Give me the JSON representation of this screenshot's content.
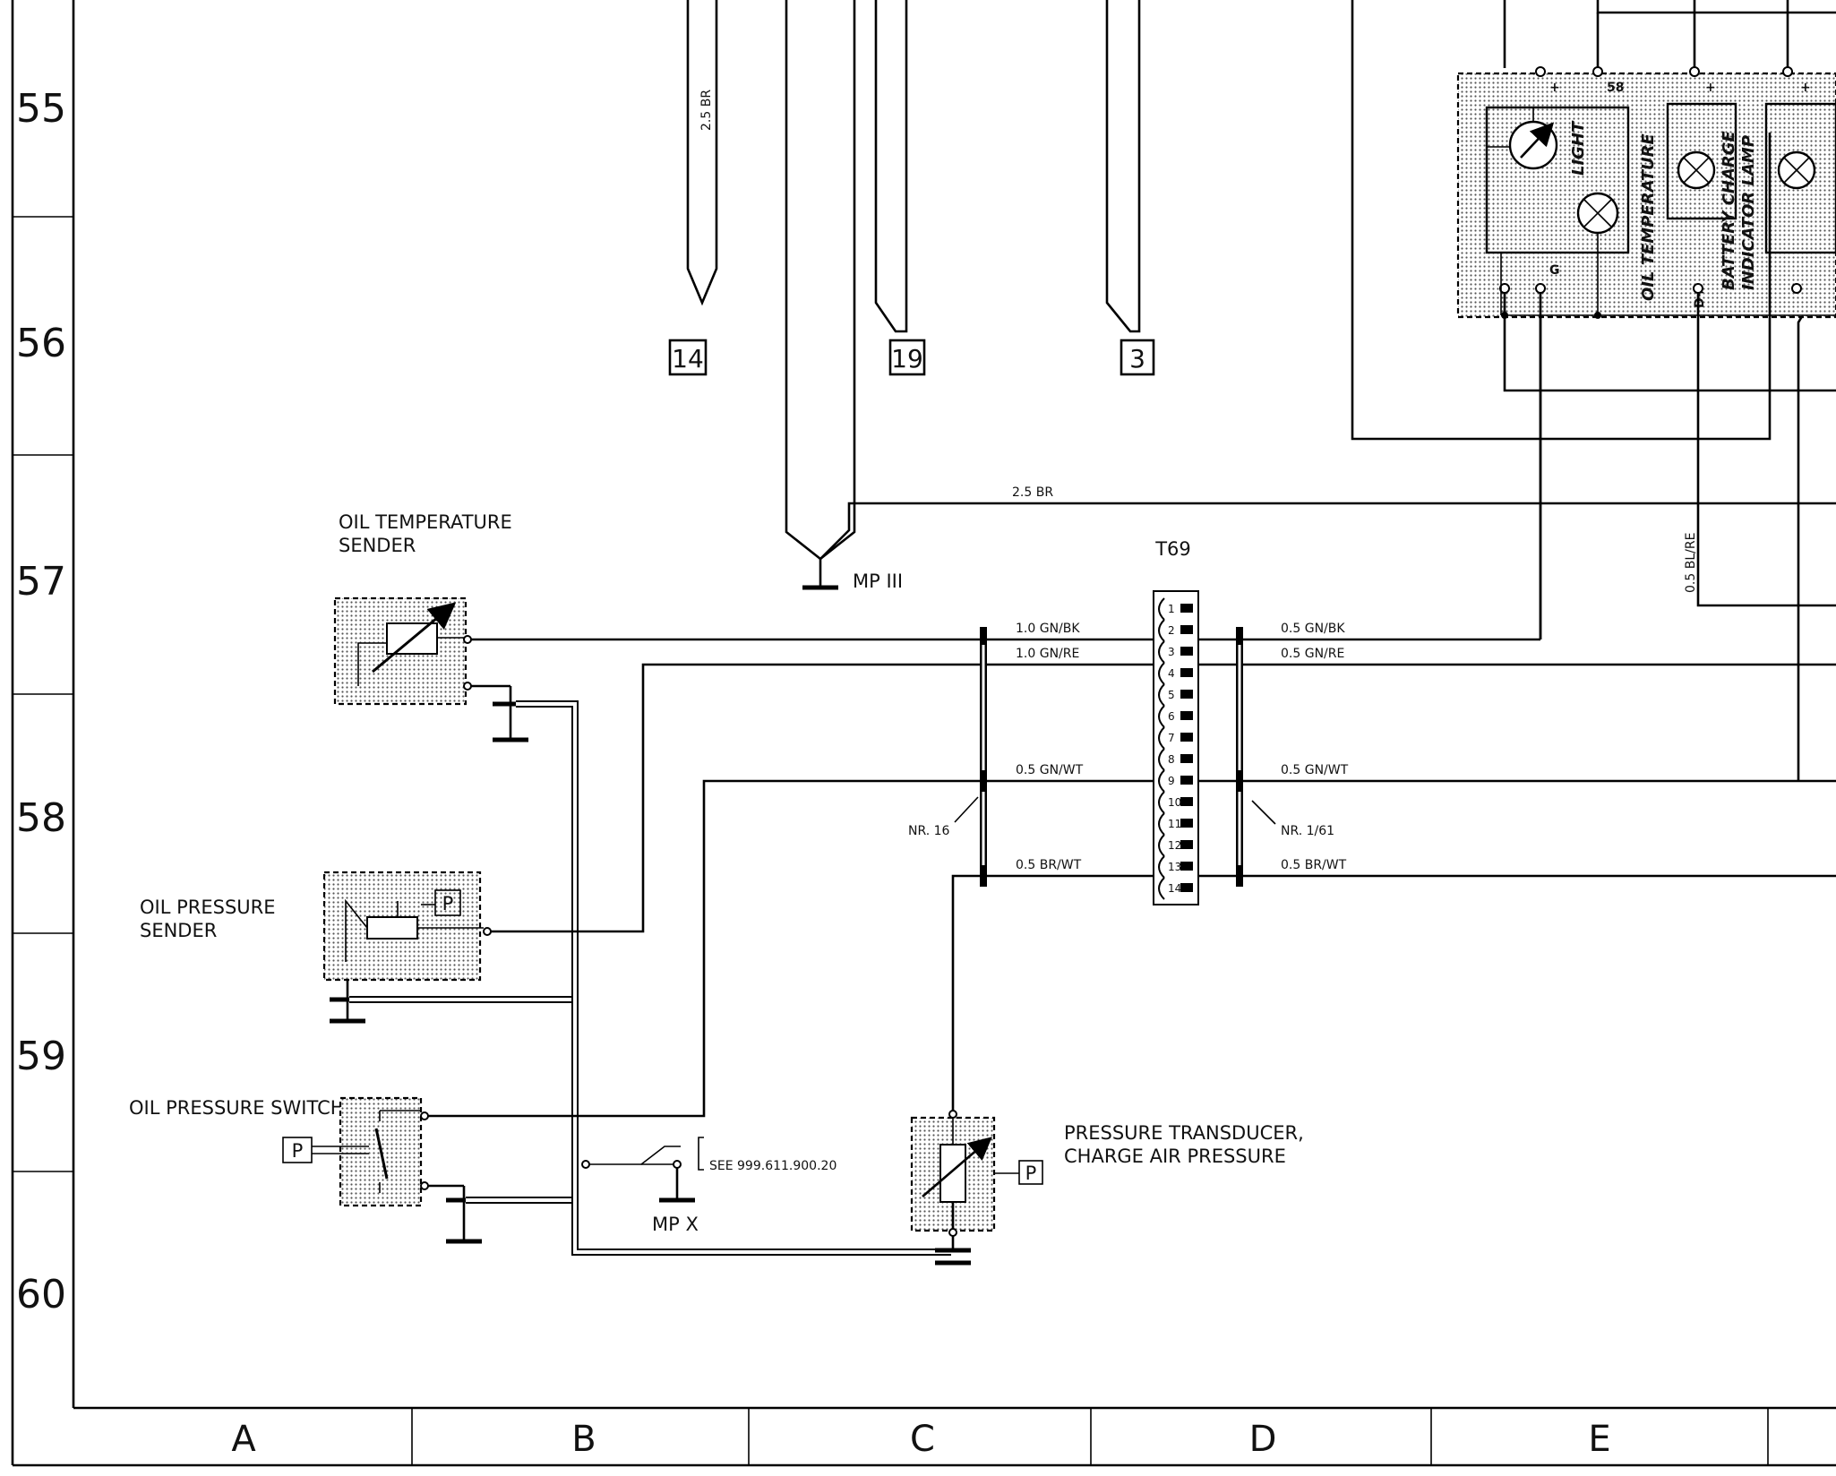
{
  "frame": {
    "row_labels": [
      "55",
      "56",
      "57",
      "58",
      "59",
      "60"
    ],
    "column_labels": [
      "A",
      "B",
      "C",
      "D",
      "E"
    ]
  },
  "connectors": [
    "14",
    "19",
    "3"
  ],
  "ground_points": {
    "mp3": "MP III",
    "mpx": "MP X"
  },
  "components": {
    "oil_temperature_sender": [
      "OIL TEMPERATURE",
      "SENDER"
    ],
    "oil_pressure_sender": [
      "OIL PRESSURE",
      "SENDER"
    ],
    "oil_pressure_switch": "OIL PRESSURE SWITCH",
    "pressure_transducer": [
      "PRESSURE TRANSDUCER,",
      "CHARGE AIR PRESSURE"
    ],
    "pressure_symbol": "P",
    "multipin_connector": "T69",
    "see_reference": "SEE 999.611.900.20"
  },
  "splices": {
    "left": "NR. 16",
    "right": "NR. 1/61"
  },
  "wire_labels": {
    "top_vertical": "2.5 BR",
    "ground_run": "2.5 BR",
    "left_1": "1.0 GN/BK",
    "left_2": "1.0 GN/RE",
    "left_3": "0.5 GN/WT",
    "left_4": "0.5 BR/WT",
    "right_1": "0.5 GN/BK",
    "right_2": "0.5 GN/RE",
    "right_3": "0.5 GN/WT",
    "right_4": "0.5 BR/WT",
    "vertical_bl_re": "0.5 BL/RE"
  },
  "connector_pins": [
    "1",
    "2",
    "3",
    "4",
    "5",
    "6",
    "7",
    "8",
    "9",
    "10",
    "11",
    "12",
    "13",
    "14"
  ],
  "instrument_cluster": {
    "oil_temperature": "OIL TEMPERATURE",
    "light": "LIGHT",
    "battery_charge": "BATTERY CHARGE",
    "indicator_lamp": "INDICATOR LAMP",
    "pin_plus": "+",
    "pin_58": "58",
    "pin_g": "G",
    "pin_d": "D+"
  }
}
